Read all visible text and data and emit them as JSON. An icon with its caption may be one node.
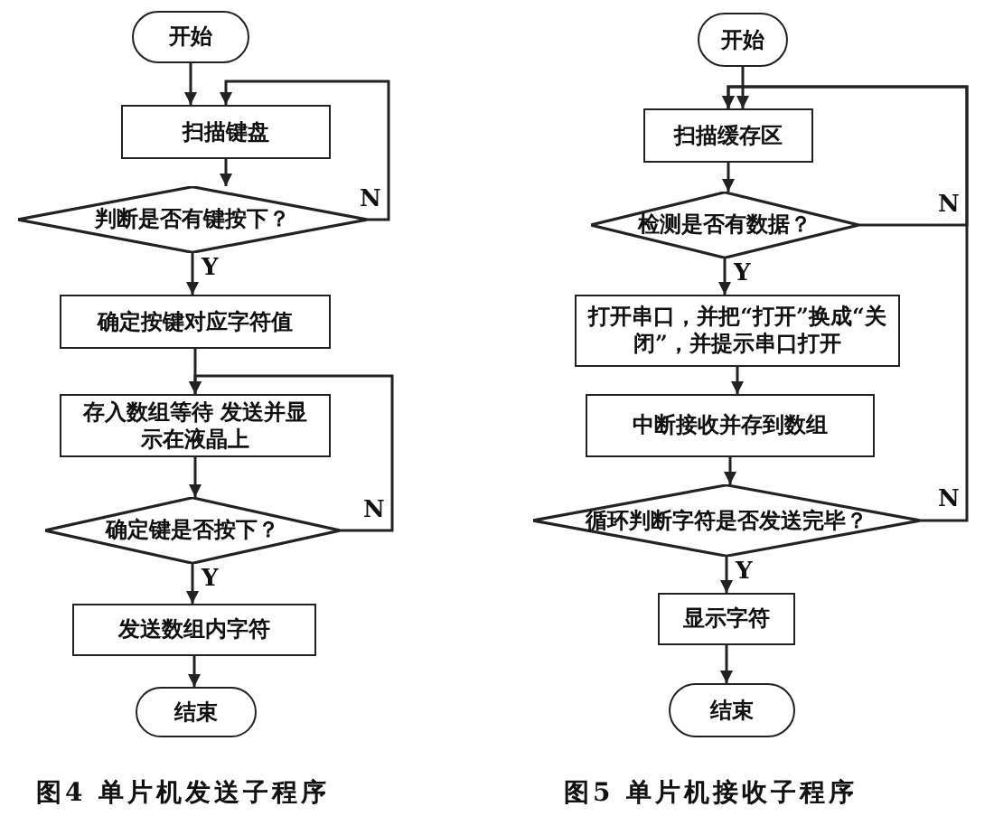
{
  "diagram": {
    "nodes": [
      {
        "text": [
          "开始"
        ]
      },
      {
        "text": [
          "扫描键盘"
        ]
      },
      {
        "text": [
          "判断是否有键按下？"
        ]
      },
      {
        "text": [
          "确定按键对应字符值"
        ]
      },
      {
        "text": [
          "存入数组等待 发送并显示在液晶上"
        ]
      },
      {
        "text": [
          "确定键是否按下？"
        ]
      },
      {
        "text": [
          "发送数组内字符"
        ]
      },
      {
        "text": [
          "结束"
        ]
      },
      {
        "text": [
          "开始"
        ]
      },
      {
        "text": [
          "扫描缓存区"
        ]
      },
      {
        "text": [
          "检测是否有数据？"
        ]
      },
      {
        "text": [
          "打开串口，并把“打开”换成“关闭”，并提示串口打开"
        ]
      },
      {
        "text": [
          "中断接收并存到数组"
        ]
      },
      {
        "text": [
          "循环判断字符是否发送完毕？"
        ]
      },
      {
        "text": [
          "显示字符"
        ]
      },
      {
        "text": [
          "结束"
        ]
      }
    ],
    "edges": [
      {
        "from": 0,
        "to": 1,
        "arrow": "to"
      },
      {
        "from": 1,
        "to": 2,
        "arrow": "to"
      },
      {
        "from": 2,
        "to": 3,
        "arrow": "to",
        "label": "Y"
      },
      {
        "from": 2,
        "to": 1,
        "arrow": "to",
        "label": "N"
      },
      {
        "from": 3,
        "to": 4,
        "arrow": "to"
      },
      {
        "from": 4,
        "to": 5,
        "arrow": "to"
      },
      {
        "from": 5,
        "to": 4,
        "arrow": "to",
        "label": "N"
      },
      {
        "from": 5,
        "to": 6,
        "arrow": "to",
        "label": "Y"
      },
      {
        "from": 6,
        "to": 7,
        "arrow": "to"
      },
      {
        "from": 8,
        "to": 9,
        "arrow": "to"
      },
      {
        "from": 9,
        "to": 10,
        "arrow": "to"
      },
      {
        "from": 10,
        "to": 11,
        "arrow": "to",
        "label": "Y"
      },
      {
        "from": 10,
        "to": 9,
        "arrow": "to",
        "label": "N"
      },
      {
        "from": 11,
        "to": 12,
        "arrow": "to"
      },
      {
        "from": 12,
        "to": 13,
        "arrow": "to"
      },
      {
        "from": 13,
        "to": 9,
        "arrow": "to",
        "label": "N"
      },
      {
        "from": 13,
        "to": 14,
        "arrow": "to",
        "label": "Y"
      },
      {
        "from": 14,
        "to": 15,
        "arrow": "to"
      }
    ],
    "labels": [
      "图4 单片机发送子程序",
      "图5 单片机接收子程序"
    ]
  }
}
